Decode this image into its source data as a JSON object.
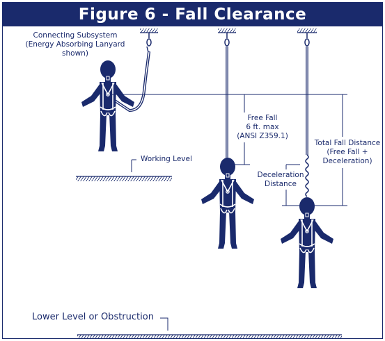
{
  "title": "Figure 6 - Fall Clearance",
  "colors": {
    "navy": "#1a2a6c",
    "white": "#ffffff"
  },
  "labels": {
    "connecting_subsystem": [
      "Connecting Subsystem",
      "(Energy Absorbing Lanyard",
      "shown)"
    ],
    "working_level": "Working Level",
    "free_fall": [
      "Free Fall",
      "6 ft. max",
      "(ANSI Z359.1)"
    ],
    "deceleration_distance": [
      "Deceleration",
      "Distance"
    ],
    "total_fall_distance": [
      "Total Fall Distance",
      "(Free Fall +",
      "Deceleration)"
    ],
    "lower_level": "Lower Level or Obstruction"
  },
  "figures": [
    {
      "name": "worker-standing",
      "state": "standing at working level"
    },
    {
      "name": "worker-free-fall",
      "state": "end of free fall"
    },
    {
      "name": "worker-deceleration",
      "state": "end of deceleration"
    }
  ]
}
